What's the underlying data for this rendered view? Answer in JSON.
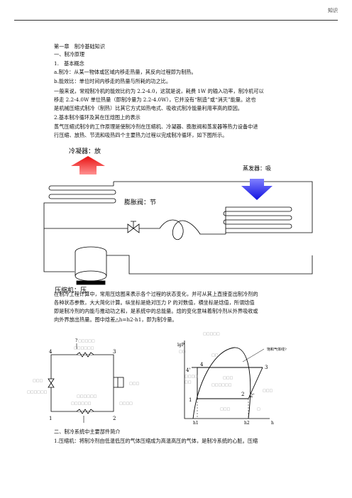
{
  "header": {
    "section": "知识"
  },
  "heading": {
    "chapter": "第一章　制冷基础知识",
    "section1": "一、制冷原理",
    "sub1": "1.　基本概念"
  },
  "para": {
    "a": "a.制冷：从某一物体或区域内移走热量，其反向过程即为制热。",
    "b": "b.能效比：单位时间内移走的热量与所耗的功之比。",
    "p1_l1": "一般来说，常规制冷机的能效比约为 2.2-4.0，这就是说，耗费 1W 的输入功率，制冷机可以",
    "p1_l2": "移走 2.2-4.0W 单位热量（即制冷量为 2.2-4.0W），它并没有“制造”或“消灭”能量。这也",
    "p1_l3": "是机械压缩式制冷（制热）比其它方式如热电式、吸收式制冷能量利用率高的原因。",
    "s2": "2.基本制冷循环及其在压焓图上的表示",
    "p2_l1": "蒸气压缩式制冷的工作原理是使制冷剂在压缩机、冷凝器、膨胀阀和蒸发器等热力设备中进",
    "p2_l2": "行压缩、放热、节流和吸热四个主要热力过程以完成制冷循环，如下图所示。",
    "p3_l1": "在制冷工程计算中，常用压焓图来表示各个过程的状态变化，并可从其上直接查出制冷剂的",
    "p3_l2": "各种状态参数，大大简化计算。纵坐标是绝对压力 P 的对数值，横坐标是焓值，所谓焓值",
    "p3_l3": "即是制冷剂的内能与推动功之和，是系统中的总能量。焓的变化意味着制冷剂从外界吸收或",
    "p3_l4": "向外界放出热量。图中焓差△h=h2-h1，即为制冷量。",
    "section2": "二、制冷系统中主要部件简介",
    "last": "1.压缩机：将制冷剂由低温低压的气体压缩成为高温高压的气体，是制冷系统的心脏。压缩"
  },
  "diagram": {
    "condenser": "冷凝器：放",
    "evaporator": "蒸发器：吸",
    "expansion": "膨胀阀：节",
    "compressor": "压缩机：压"
  },
  "cycle": {
    "n1": "1",
    "n2": "2",
    "n3": "3",
    "n4": "4",
    "top_q": "?",
    "top": "□□□□□",
    "top2": "□□□□□□",
    "left": "□□□",
    "left2": "□□□□□□",
    "right": "□□□",
    "bottom": "□□□□□□",
    "bottom2": "□□□□□□",
    "bottom3": "□□□□"
  },
  "ph": {
    "title": "□□□□□",
    "lgP": "lgP",
    "yunit": "□□",
    "saturation": "饱和气体线?",
    "p4": "4",
    "p4p": "4'",
    "p3": "3",
    "p2": "2",
    "p2p": "2'",
    "p1": "1",
    "h1": "h1",
    "h2": "h2",
    "h": "h",
    "lab_a": "□□",
    "lab_b": "□□□□",
    "lab_c": "□□□□□□",
    "lab_d": "□□□",
    "lab_e": "□□□",
    "lab_f": "□□□",
    "lab_g": "□",
    "lab_h": "□□"
  }
}
